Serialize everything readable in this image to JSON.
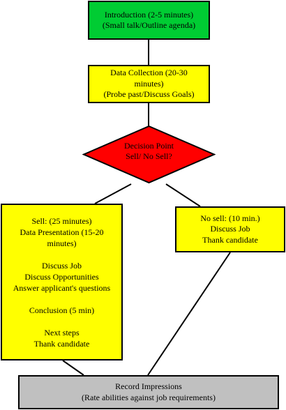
{
  "colors": {
    "green": "#00cc33",
    "yellow": "#ffff00",
    "red": "#ff0000",
    "gray": "#c0c0c0",
    "line": "#000000"
  },
  "nodes": {
    "introduction": {
      "lines": [
        "Introduction (2-5 minutes)",
        "(Small talk/Outline agenda)"
      ]
    },
    "data_collection": {
      "lines": [
        "Data Collection (20-30",
        "minutes)",
        "(Probe past/Discuss Goals)"
      ]
    },
    "decision_point": {
      "lines": [
        "Decision Point",
        "Sell/ No Sell?"
      ]
    },
    "sell": {
      "lines": [
        "Sell: (25 minutes)",
        "Data Presentation (15-20",
        "minutes)",
        "",
        "Discuss Job",
        "Discuss Opportunities",
        "Answer applicant's questions",
        "",
        "Conclusion (5 min)",
        "",
        "Next steps",
        "Thank candidate"
      ]
    },
    "no_sell": {
      "lines": [
        "No sell: (10 min.)",
        "Discuss Job",
        "Thank candidate"
      ]
    },
    "record_impressions": {
      "lines": [
        "Record Impressions",
        "(Rate abilities against job requirements)"
      ]
    }
  }
}
